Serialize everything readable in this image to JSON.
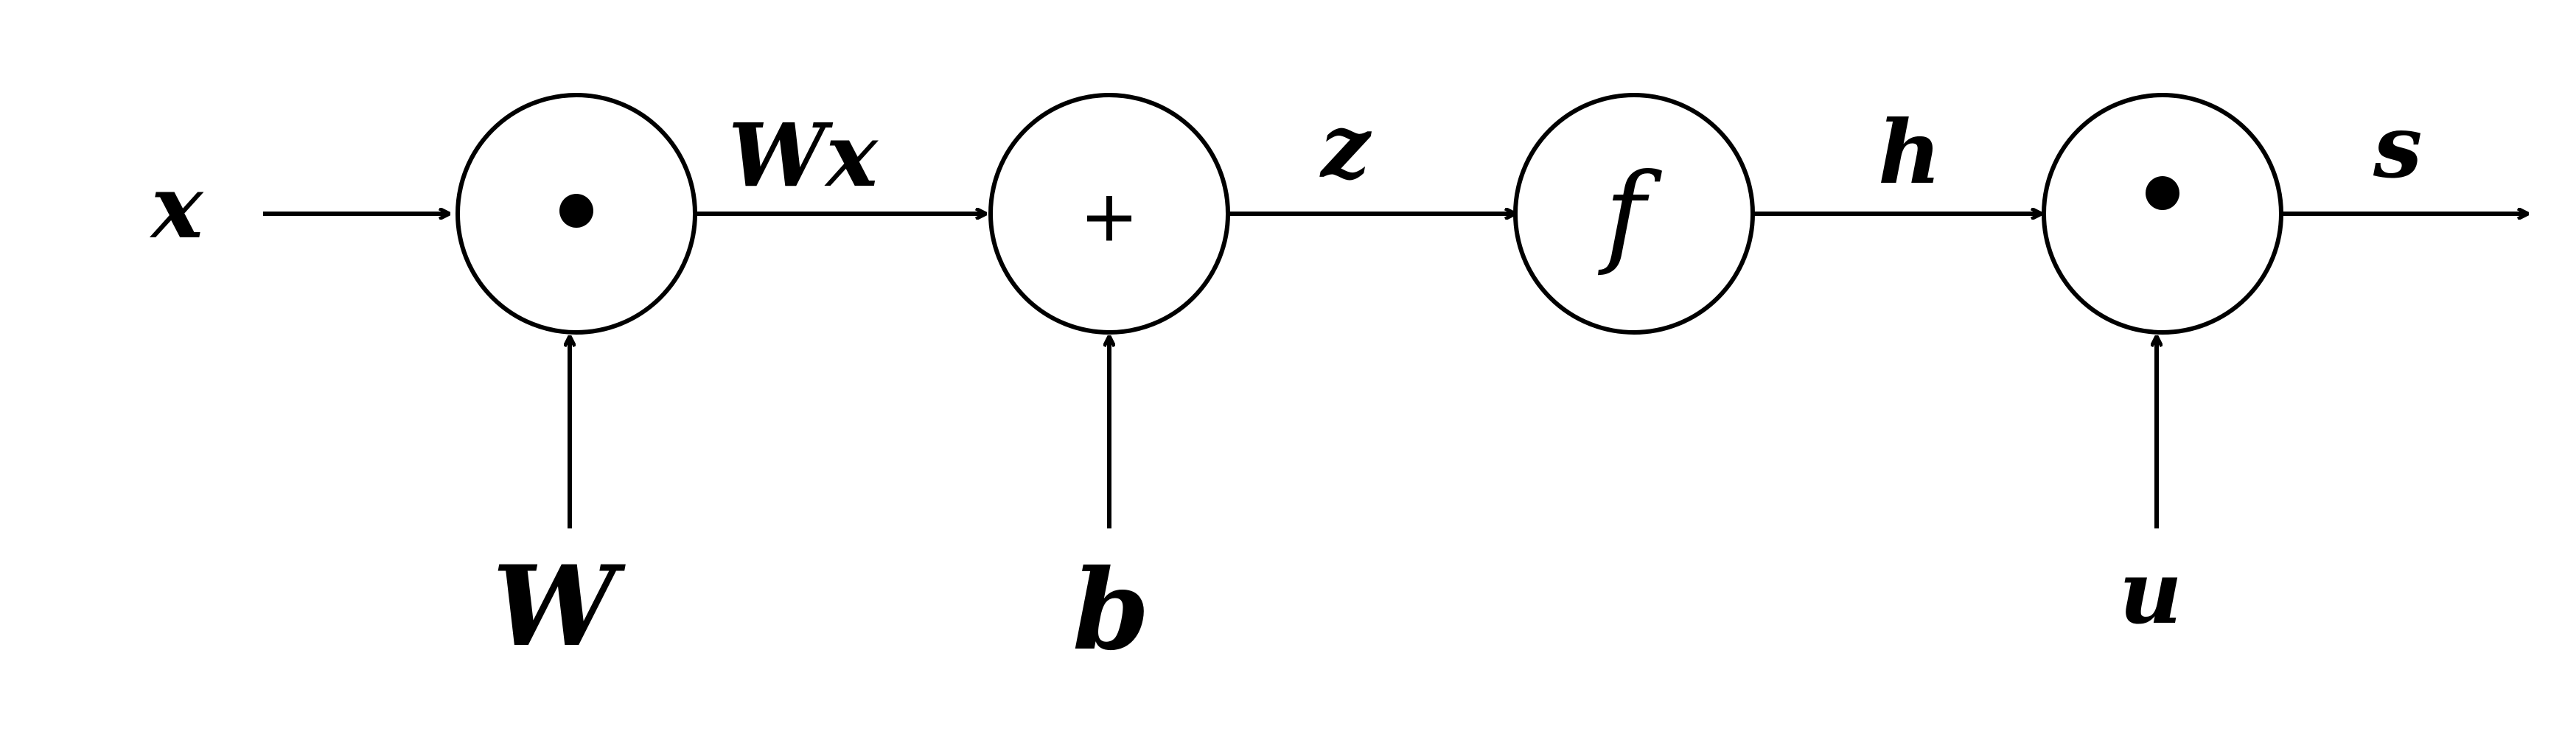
{
  "inputs": {
    "x": "x",
    "W": "W",
    "b": "b",
    "u": "u"
  },
  "edges": {
    "wx": "Wx",
    "z": "z",
    "h": "h",
    "s": "s"
  },
  "nodes": {
    "mul1": "•",
    "add": "+",
    "func": "f",
    "mul2": "•"
  }
}
